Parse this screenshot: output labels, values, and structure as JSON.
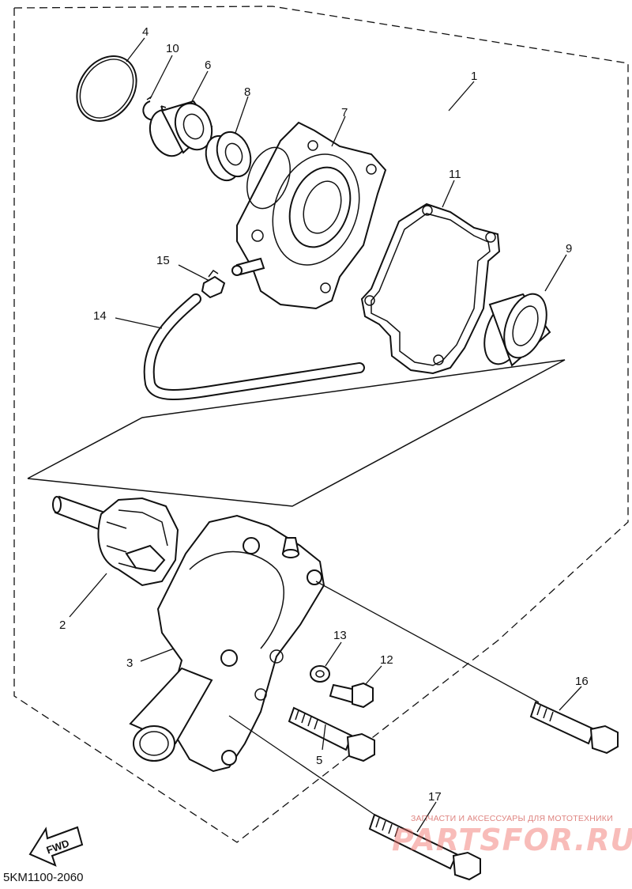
{
  "diagram": {
    "callouts": [
      {
        "id": "callout-1",
        "label": "1"
      },
      {
        "id": "callout-2",
        "label": "2"
      },
      {
        "id": "callout-3",
        "label": "3"
      },
      {
        "id": "callout-4",
        "label": "4"
      },
      {
        "id": "callout-5",
        "label": "5"
      },
      {
        "id": "callout-6",
        "label": "6"
      },
      {
        "id": "callout-7",
        "label": "7"
      },
      {
        "id": "callout-8",
        "label": "8"
      },
      {
        "id": "callout-9",
        "label": "9"
      },
      {
        "id": "callout-10",
        "label": "10"
      },
      {
        "id": "callout-11",
        "label": "11"
      },
      {
        "id": "callout-12",
        "label": "12"
      },
      {
        "id": "callout-13",
        "label": "13"
      },
      {
        "id": "callout-14",
        "label": "14"
      },
      {
        "id": "callout-15",
        "label": "15"
      },
      {
        "id": "callout-16",
        "label": "16"
      },
      {
        "id": "callout-17",
        "label": "17"
      }
    ],
    "fwd_label": "FWD",
    "diagram_code": "5KM1100-2060"
  },
  "watermark": {
    "subtitle": "ЗАПЧАСТИ И АКСЕССУАРЫ ДЛЯ МОТОТЕХНИКИ",
    "brand": "PARTSFOR.RU"
  }
}
